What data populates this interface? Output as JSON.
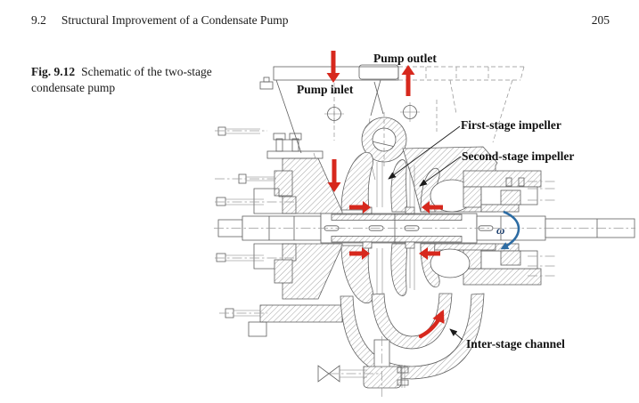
{
  "page": {
    "header": {
      "section_number": "9.2",
      "title": "Structural Improvement of a Condensate Pump",
      "page_number": "205"
    },
    "caption": {
      "label": "Fig. 9.12",
      "text": "Schematic of the two-stage condensate pump"
    },
    "figure": {
      "labels": {
        "pump_inlet": "Pump inlet",
        "pump_outlet": "Pump outlet",
        "first_stage_impeller": "First-stage impeller",
        "second_stage_impeller": "Second-stage impeller",
        "inter_stage_channel": "Inter-stage channel",
        "omega": "ω"
      },
      "colors": {
        "flow_arrow": "#d7281d",
        "rotation_arrow": "#2d6ca3",
        "omega_text": "#1d3f6e",
        "leader": "#1a1a1a",
        "line": "#5f5f5f"
      }
    }
  }
}
